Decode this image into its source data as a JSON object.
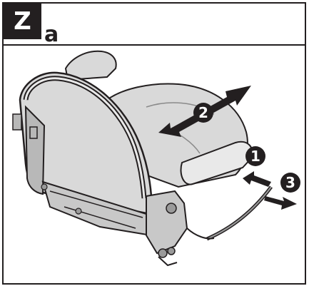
{
  "header": {
    "tag": "Z",
    "subtitle": "a"
  },
  "callouts": {
    "step1": "1",
    "step2": "2",
    "step3": "3"
  },
  "colors": {
    "ink": "#231f20",
    "seat": "#d9d9d9",
    "seat_dark": "#b8b8b8",
    "seat_light": "#e9e9e9"
  }
}
